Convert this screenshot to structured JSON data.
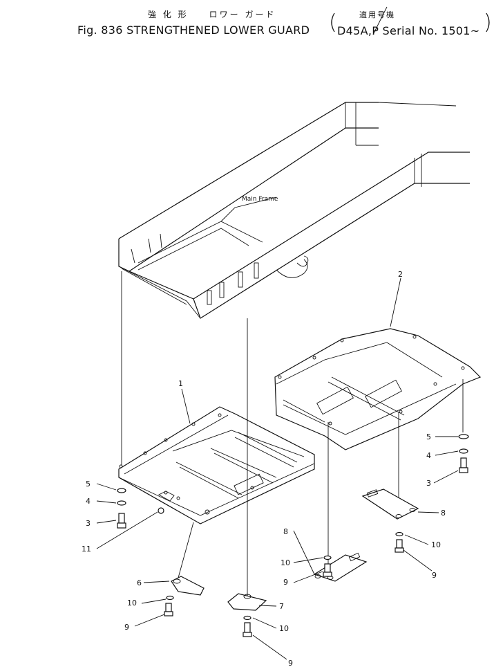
{
  "header": {
    "title_jp": "強 化 形　　ロワー ガード",
    "models_jp": "適用号機",
    "title": "Fig. 836  STRENGTHENED LOWER GUARD",
    "models": "D45A,P Serial No. 1501~"
  },
  "diagram": {
    "main_frame_label": "Main Frame",
    "callouts": [
      "1",
      "2",
      "3",
      "4",
      "5",
      "3",
      "4",
      "5",
      "6",
      "7",
      "8",
      "8",
      "9",
      "9",
      "9",
      "9",
      "10",
      "10",
      "10",
      "10",
      "11"
    ]
  }
}
